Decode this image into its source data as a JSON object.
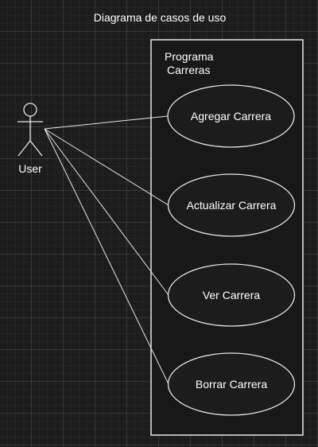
{
  "title": "Diagrama de casos de uso",
  "system": {
    "label_line1": "Programa",
    "label_line2": "Carreras"
  },
  "actor": {
    "label": "User"
  },
  "use_cases": [
    {
      "label": "Agregar Carrera"
    },
    {
      "label": "Actualizar Carrera"
    },
    {
      "label": "Ver Carrera"
    },
    {
      "label": "Borrar Carrera"
    }
  ],
  "colors": {
    "background": "#1c1c1c",
    "stroke": "#e6e6e6",
    "system_fill": "#181818",
    "text": "#ffffff"
  }
}
